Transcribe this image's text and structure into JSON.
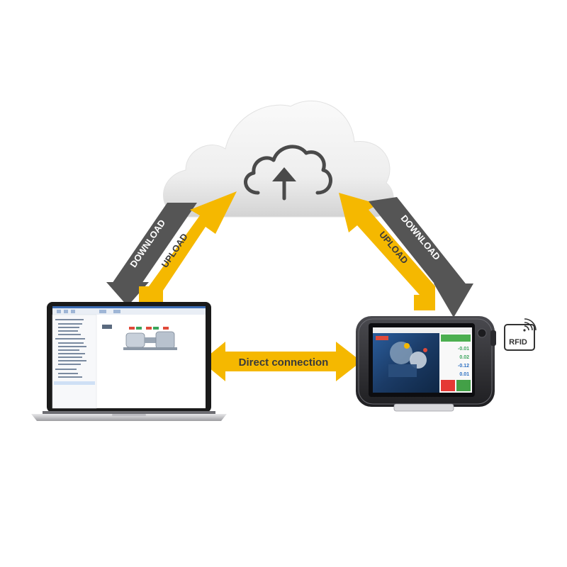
{
  "labels": {
    "download_left": "DOWNLOAD",
    "upload_left": "UPLOAD",
    "download_right": "DOWNLOAD",
    "upload_right": "UPLOAD",
    "direct": "Direct connection",
    "rfid": "RFID"
  },
  "device": {
    "readouts": [
      "-0.01",
      "0.02",
      "-0.12",
      "0.01"
    ]
  },
  "colors": {
    "yellow_arrow": "#f5b800",
    "gray_arrow": "#555555",
    "cloud_light": "#f2f2f2",
    "cloud_dark": "#cfcfcf",
    "icon_gray": "#4a4a4a"
  },
  "icons": [
    "cloud-upload-icon",
    "rfid-icon"
  ]
}
